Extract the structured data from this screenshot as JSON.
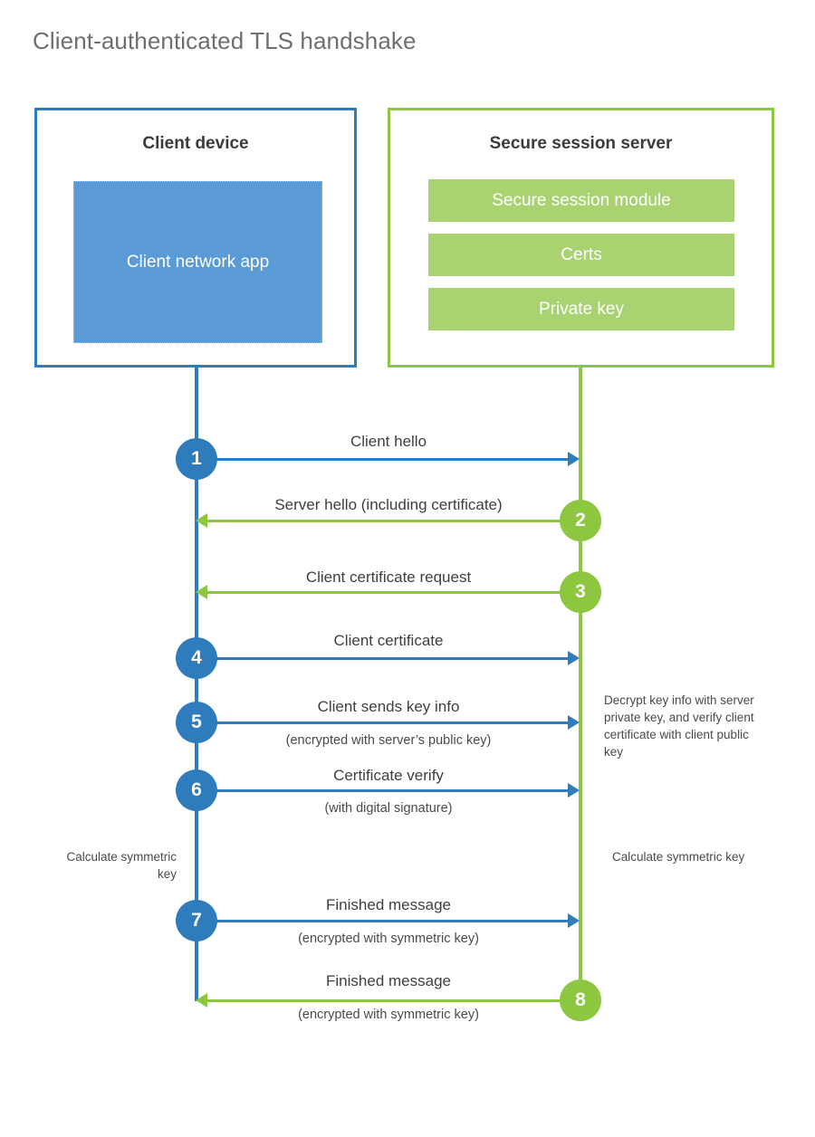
{
  "title": "Client-authenticated TLS handshake",
  "colors": {
    "client_blue": "#2e7cbc",
    "client_app_blue": "#5b9bd5",
    "server_green": "#8dc63f",
    "server_bar_green": "#a9d271",
    "title_gray": "#6f6f6f",
    "text_gray": "#3f3f3f"
  },
  "client": {
    "title": "Client device",
    "app_label": "Client network app"
  },
  "server": {
    "title": "Secure session server",
    "components": [
      {
        "label": "Secure session module"
      },
      {
        "label": "Certs"
      },
      {
        "label": "Private key"
      }
    ]
  },
  "steps": [
    {
      "number": "1",
      "label": "Client hello",
      "sublabel": "",
      "direction": "client-to-server",
      "color": "blue"
    },
    {
      "number": "2",
      "label": "Server hello (including certificate)",
      "sublabel": "",
      "direction": "server-to-client",
      "color": "green"
    },
    {
      "number": "3",
      "label": "Client certificate request",
      "sublabel": "",
      "direction": "server-to-client",
      "color": "green"
    },
    {
      "number": "4",
      "label": "Client certificate",
      "sublabel": "",
      "direction": "client-to-server",
      "color": "blue"
    },
    {
      "number": "5",
      "label": "Client sends key info",
      "sublabel": "(encrypted with server’s public key)",
      "direction": "client-to-server",
      "color": "blue"
    },
    {
      "number": "6",
      "label": "Certificate verify",
      "sublabel": "(with digital signature)",
      "direction": "client-to-server",
      "color": "blue"
    },
    {
      "number": "7",
      "label": "Finished message",
      "sublabel": "(encrypted with symmetric key)",
      "direction": "client-to-server",
      "color": "blue"
    },
    {
      "number": "8",
      "label": "Finished message",
      "sublabel": "(encrypted with symmetric key)",
      "direction": "server-to-client",
      "color": "green"
    }
  ],
  "notes": {
    "server_decrypt": "Decrypt key info with server private key, and verify client certificate with client public key",
    "client_calculate": "Calculate symmetric key",
    "server_calculate": "Calculate symmetric key"
  }
}
